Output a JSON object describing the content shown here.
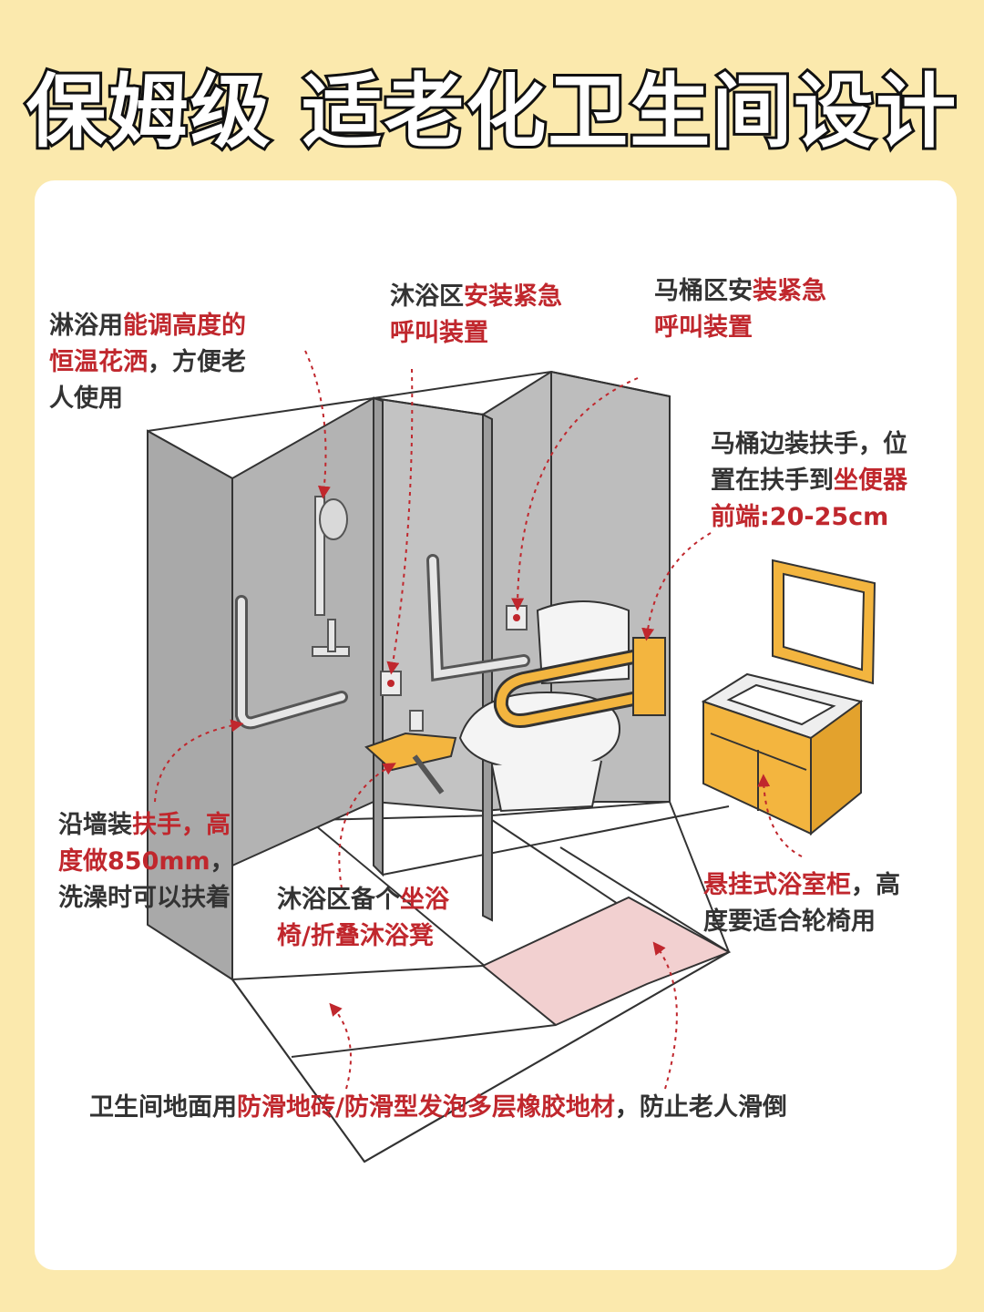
{
  "title": "保姆级 适老化卫生间设计",
  "colors": {
    "background": "#fbe9ad",
    "card": "#ffffff",
    "highlight": "#c0272d",
    "text": "#333333",
    "wall": "#a7a7a7",
    "fixture": "#f3b53f",
    "antislip_mat": "#f2d0d0"
  },
  "annotations": {
    "shower_head": {
      "parts": [
        "淋浴用",
        "能调高度的",
        "恒温花洒",
        "，方便老",
        "人使用"
      ]
    },
    "shower_alarm": {
      "parts": [
        "沐浴区",
        "安装紧急",
        "呼叫装置"
      ]
    },
    "toilet_alarm": {
      "parts": [
        "马桶区安",
        "装紧急",
        "呼叫装置"
      ]
    },
    "toilet_rail": {
      "parts": [
        "马桶边装扶手，位",
        "置在扶手到",
        "坐便器",
        "前端:20-25cm"
      ]
    },
    "wall_rail": {
      "parts": [
        "沿墙装",
        "扶手，高",
        "度做850mm",
        "，",
        "洗澡时可以扶着"
      ]
    },
    "shower_seat": {
      "parts": [
        "沐浴区备个",
        "坐浴",
        "椅/折叠沐浴凳"
      ]
    },
    "vanity": {
      "parts": [
        "悬挂式浴室柜",
        "，高",
        "度要适合轮椅用"
      ]
    },
    "floor": {
      "parts": [
        "卫生间地面用",
        "防滑地砖/防滑型发泡多层橡胶地材",
        "，防止老人滑倒"
      ]
    }
  }
}
